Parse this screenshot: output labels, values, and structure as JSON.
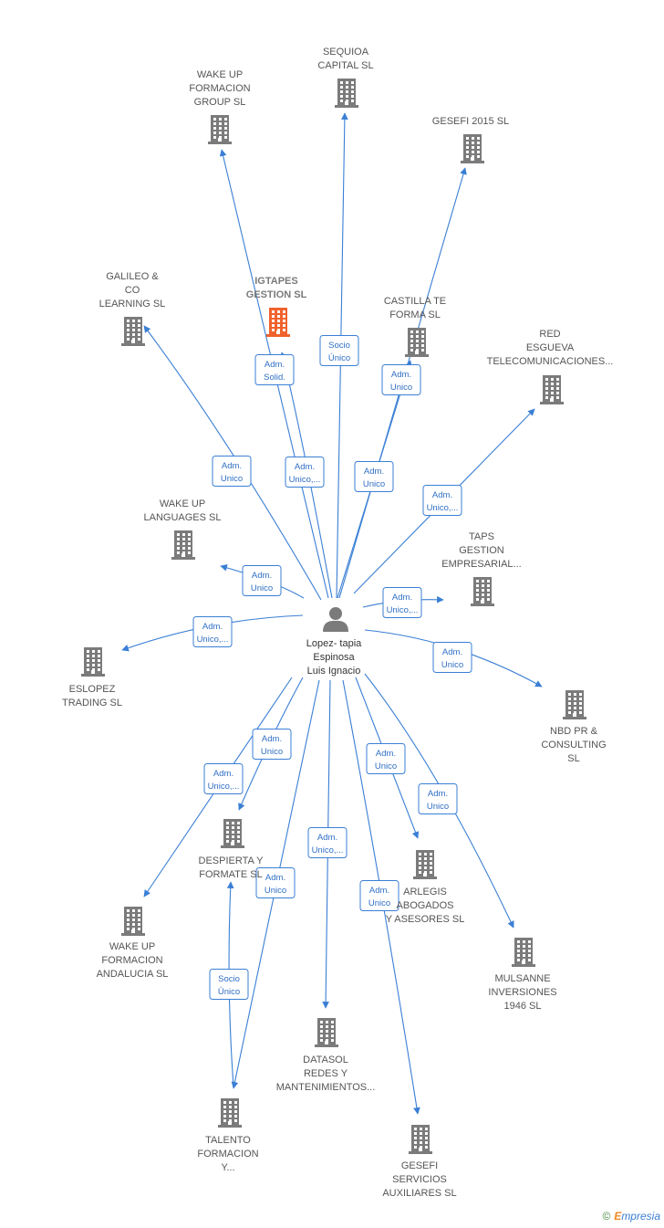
{
  "center": {
    "label": [
      "Lopez- tapia",
      "Espinosa",
      "Luis Ignacio"
    ],
    "icon": "person-icon"
  },
  "nodes": [
    {
      "id": "sequioa",
      "label": [
        "SEQUIOA",
        "CAPITAL  SL"
      ],
      "icon": "building-icon"
    },
    {
      "id": "wakeup-formacion-group",
      "label": [
        "WAKE UP",
        "FORMACION",
        "GROUP  SL"
      ],
      "icon": "building-icon"
    },
    {
      "id": "gesefi-2015",
      "label": [
        "GESEFI 2015  SL"
      ],
      "icon": "building-icon"
    },
    {
      "id": "igtapes",
      "label": [
        "IGTAPES",
        "GESTION  SL"
      ],
      "icon": "building-icon",
      "focus": true
    },
    {
      "id": "galileo",
      "label": [
        "GALILEO &",
        "CO",
        "LEARNING  SL"
      ],
      "icon": "building-icon"
    },
    {
      "id": "castilla-te-forma",
      "label": [
        "CASTILLA TE",
        "FORMA  SL"
      ],
      "icon": "building-icon"
    },
    {
      "id": "red-esgueva",
      "label": [
        "RED",
        "ESGUEVA",
        "TELECOMUNICACIONES..."
      ],
      "icon": "building-icon"
    },
    {
      "id": "wakeup-languages",
      "label": [
        "WAKE UP",
        "LANGUAGES  SL"
      ],
      "icon": "building-icon"
    },
    {
      "id": "taps-gestion",
      "label": [
        "TAPS",
        "GESTION",
        "EMPRESARIAL..."
      ],
      "icon": "building-icon"
    },
    {
      "id": "eslopez",
      "label": [
        "ESLOPEZ",
        "TRADING  SL"
      ],
      "icon": "building-icon"
    },
    {
      "id": "nbd-pr",
      "label": [
        "NBD PR &",
        "CONSULTING",
        "SL"
      ],
      "icon": "building-icon"
    },
    {
      "id": "despierta",
      "label": [
        "DESPIERTA Y",
        "FORMATE  SL"
      ],
      "icon": "building-icon"
    },
    {
      "id": "arlegis",
      "label": [
        "ARLEGIS",
        "ABOGADOS",
        "Y ASESORES SL"
      ],
      "icon": "building-icon"
    },
    {
      "id": "wakeup-andalucia",
      "label": [
        "WAKE UP",
        "FORMACION",
        "ANDALUCIA  SL"
      ],
      "icon": "building-icon"
    },
    {
      "id": "mulsanne",
      "label": [
        "MULSANNE",
        "INVERSIONES",
        "1946  SL"
      ],
      "icon": "building-icon"
    },
    {
      "id": "datasol",
      "label": [
        "DATASOL",
        "REDES Y",
        "MANTENIMIENTOS..."
      ],
      "icon": "building-icon"
    },
    {
      "id": "talento",
      "label": [
        "TALENTO",
        "FORMACION",
        "Y..."
      ],
      "icon": "building-icon"
    },
    {
      "id": "gesefi-servicios",
      "label": [
        "GESEFI",
        "SERVICIOS",
        "AUXILIARES  SL"
      ],
      "icon": "building-icon"
    }
  ],
  "edges": [
    {
      "from": "center",
      "to": "sequioa",
      "label": [
        "Socio",
        "Único"
      ]
    },
    {
      "from": "center",
      "to": "wakeup-formacion-group",
      "label": [
        "Adm.",
        "Unico,..."
      ]
    },
    {
      "from": "center",
      "to": "gesefi-2015",
      "label": [
        "Adm.",
        "Unico"
      ]
    },
    {
      "from": "center",
      "to": "igtapes",
      "label": [
        "Adm.",
        "Solid."
      ]
    },
    {
      "from": "center",
      "to": "galileo",
      "label": [
        "Adm.",
        "Unico"
      ]
    },
    {
      "from": "center",
      "to": "castilla-te-forma",
      "label": [
        "Adm.",
        "Unico"
      ]
    },
    {
      "from": "center",
      "to": "red-esgueva",
      "label": [
        "Adm.",
        "Unico,..."
      ]
    },
    {
      "from": "center",
      "to": "wakeup-languages",
      "label": [
        "Adm.",
        "Unico"
      ]
    },
    {
      "from": "center",
      "to": "taps-gestion",
      "label": [
        "Adm.",
        "Unico,..."
      ]
    },
    {
      "from": "center",
      "to": "eslopez",
      "label": [
        "Adm.",
        "Unico,..."
      ]
    },
    {
      "from": "center",
      "to": "nbd-pr",
      "label": [
        "Adm.",
        "Unico"
      ]
    },
    {
      "from": "center",
      "to": "despierta",
      "label": [
        "Adm.",
        "Unico"
      ]
    },
    {
      "from": "center",
      "to": "arlegis",
      "label": [
        "Adm.",
        "Unico"
      ]
    },
    {
      "from": "center",
      "to": "wakeup-andalucia",
      "label": [
        "Adm.",
        "Unico,..."
      ]
    },
    {
      "from": "center",
      "to": "mulsanne",
      "label": [
        "Adm.",
        "Unico"
      ]
    },
    {
      "from": "center",
      "to": "datasol",
      "label": [
        "Adm.",
        "Unico,..."
      ]
    },
    {
      "from": "center",
      "to": "talento",
      "label": [
        "Adm.",
        "Unico"
      ]
    },
    {
      "from": "center",
      "to": "gesefi-servicios",
      "label": [
        "Adm.",
        "Unico"
      ]
    },
    {
      "from": "talento",
      "to": "despierta",
      "label": [
        "Socio",
        "Único"
      ]
    }
  ],
  "colors": {
    "edge": "#3a7fd5",
    "building": "#7b7b7b",
    "focus_building": "#f0622d",
    "person": "#7b7b7b"
  },
  "brand": {
    "copyright": "©",
    "initial": "E",
    "rest": "mpresia"
  }
}
